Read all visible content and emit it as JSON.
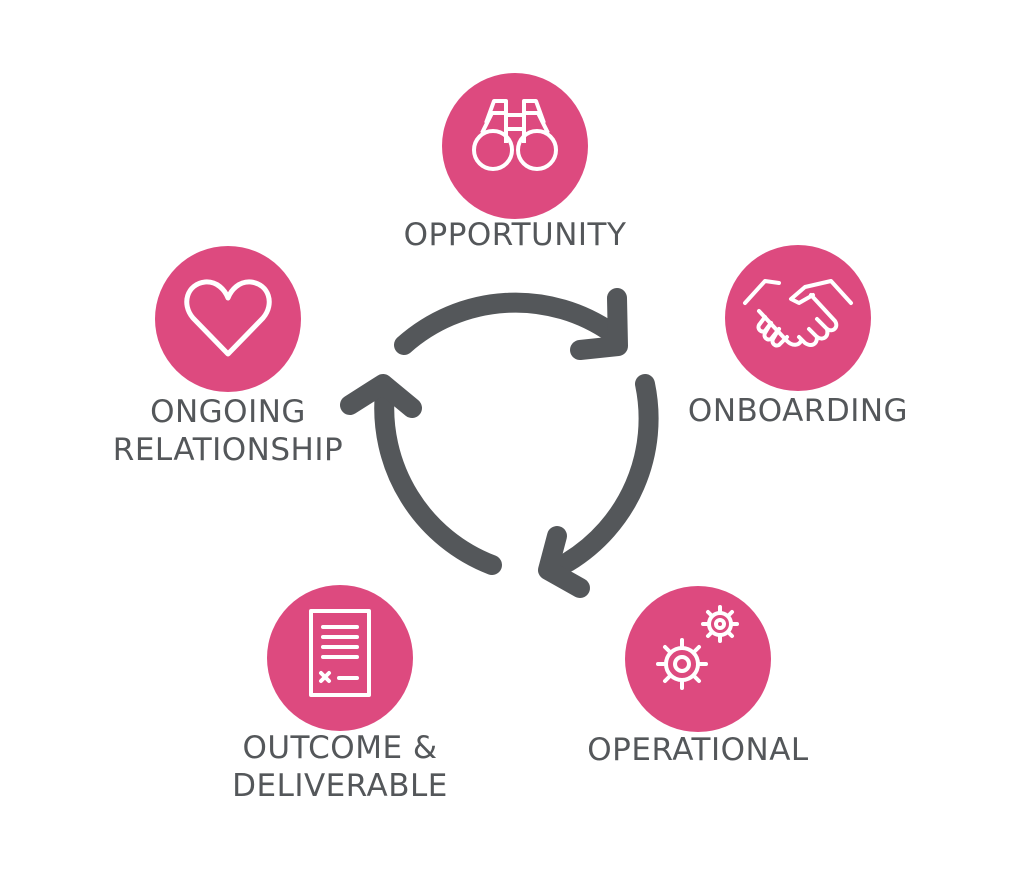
{
  "colors": {
    "accent": "#dd4a7f",
    "arrow": "#54575a",
    "text": "#54575a",
    "icon": "#ffffff"
  },
  "stages": [
    {
      "id": "opportunity",
      "icon": "binoculars-icon",
      "lines": [
        "OPPORTUNITY"
      ]
    },
    {
      "id": "onboarding",
      "icon": "handshake-icon",
      "lines": [
        "ONBOARDING"
      ]
    },
    {
      "id": "operational",
      "icon": "gears-icon",
      "lines": [
        "OPERATIONAL"
      ]
    },
    {
      "id": "outcome",
      "icon": "document-icon",
      "lines": [
        "OUTCOME &",
        "DELIVERABLE"
      ]
    },
    {
      "id": "relationship",
      "icon": "heart-icon",
      "lines": [
        "ONGOING",
        "RELATIONSHIP"
      ]
    }
  ]
}
